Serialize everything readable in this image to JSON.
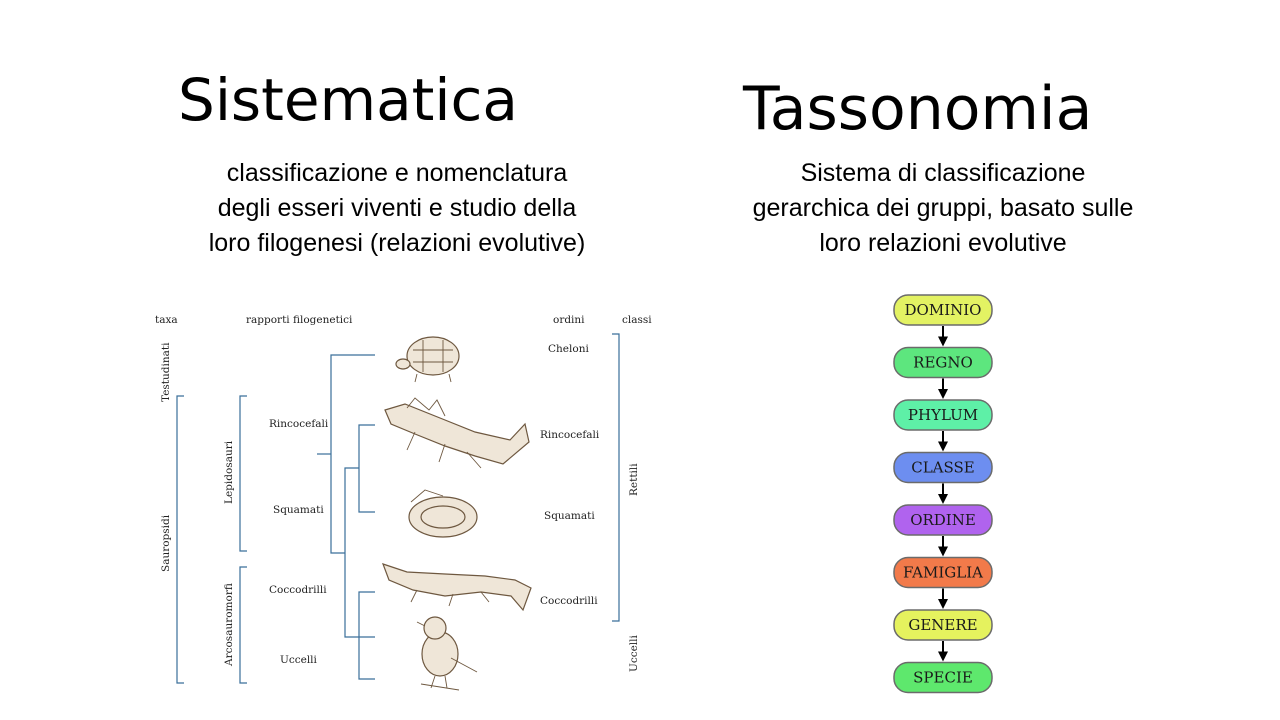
{
  "left": {
    "title": "Sistematica",
    "description": [
      "classificazione e nomenclatura",
      "degli esseri viventi e studio della",
      "loro filogenesi (relazioni evolutive)"
    ]
  },
  "right": {
    "title": "Tassonomia",
    "description": [
      "Sistema di classificazione",
      "gerarchica dei gruppi, basato sulle",
      "loro relazioni evolutive"
    ]
  },
  "cladogram": {
    "headers": {
      "taxa": "taxa",
      "rapporti": "rapporti filogenetici",
      "ordini": "ordini",
      "classi": "classi"
    },
    "taxa": {
      "testudinati": "Testudinati",
      "sauropsidi": "Sauropsidi",
      "lepidosauri": "Lepidosauri",
      "arcosauromorfi": "Arcosauromorfi"
    },
    "branches": {
      "rincocefali": "Rincocefali",
      "squamati": "Squamati",
      "coccodrilli": "Coccodrilli",
      "uccelli": "Uccelli"
    },
    "orders": {
      "cheloni": "Cheloni",
      "rincocefali": "Rincocefali",
      "squamati": "Squamati",
      "coccodrilli": "Coccodrilli"
    },
    "classes": {
      "rettili": "Rettili",
      "uccelli": "Uccelli"
    }
  },
  "hierarchy": {
    "ranks": [
      {
        "label": "DOMINIO",
        "color": "#e3f263"
      },
      {
        "label": "REGNO",
        "color": "#5de67e"
      },
      {
        "label": "PHYLUM",
        "color": "#5ef0a7"
      },
      {
        "label": "CLASSE",
        "color": "#6d8ef0"
      },
      {
        "label": "ORDINE",
        "color": "#b063ee"
      },
      {
        "label": "FAMIGLIA",
        "color": "#f27a4a"
      },
      {
        "label": "GENERE",
        "color": "#e5f25e"
      },
      {
        "label": "SPECIE",
        "color": "#5ee86d"
      }
    ]
  }
}
